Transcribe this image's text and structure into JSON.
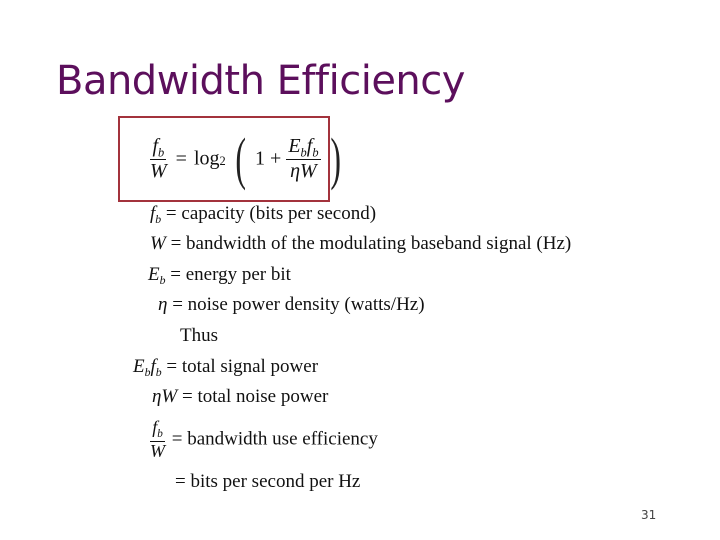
{
  "slide": {
    "title": "Bandwidth Efficiency",
    "page_number": "31",
    "accent_color": "#5c0f5c",
    "box_border_color": "#a3323c"
  },
  "formula": {
    "lhs_num": "f",
    "lhs_num_sub": "b",
    "lhs_den": "W",
    "eq": "=",
    "log": "log",
    "log_base": "2",
    "one_plus": "1 +",
    "rhs_num_a": "E",
    "rhs_num_a_sub": "b",
    "rhs_num_b": "f",
    "rhs_num_b_sub": "b",
    "rhs_den": "ηW",
    "open_paren": "(",
    "close_paren": ")"
  },
  "definitions": [
    {
      "symbol": "f",
      "sub": "b",
      "eq": "=",
      "text": "capacity (bits per second)"
    },
    {
      "symbol": "W",
      "sub": "",
      "eq": "=",
      "text": "bandwidth of the modulating baseband signal (Hz)"
    },
    {
      "symbol": "E",
      "sub": "b",
      "eq": "=",
      "text": " energy per bit"
    },
    {
      "symbol": "η",
      "sub": "",
      "eq": "=",
      "text": " noise power density (watts/Hz)"
    }
  ],
  "thus_label": "Thus",
  "results": [
    {
      "symbol_a": "E",
      "sub_a": "b",
      "symbol_b": "f",
      "sub_b": "b",
      "eq": "=",
      "text": "total signal power"
    },
    {
      "symbol_a": "ηW",
      "eq": "=",
      "text": " total noise power"
    },
    {
      "num": "f",
      "num_sub": "b",
      "den": "W",
      "eq": "=",
      "text": " bandwidth use efficiency"
    }
  ],
  "final_line": "= bits per second per Hz"
}
